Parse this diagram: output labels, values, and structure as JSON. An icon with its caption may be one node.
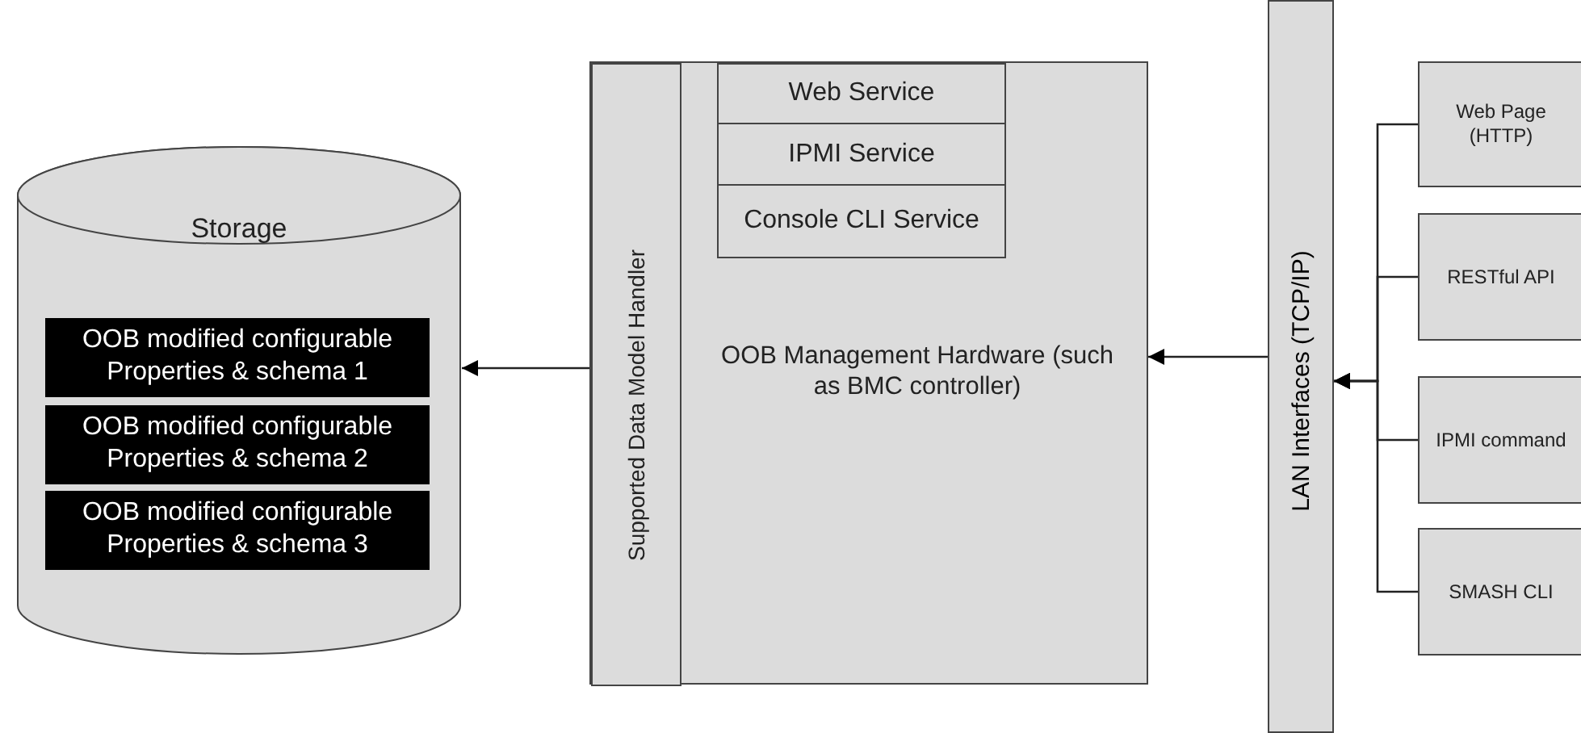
{
  "diagram": {
    "nodes": [
      {
        "text": [
          "Storage"
        ]
      },
      {
        "text": [
          "OOB modified configurable Properties & schema 1"
        ],
        "in": 0
      },
      {
        "text": [
          "OOB modified configurable Properties & schema 2"
        ],
        "in": 0
      },
      {
        "text": [
          "OOB modified configurable Properties & schema 3"
        ],
        "in": 0
      },
      {
        "text": [
          "OOB Management Hardware (such as BMC controller)"
        ]
      },
      {
        "text": [
          "Supported Data Model Handler"
        ],
        "in": 4
      },
      {
        "text": [
          "Web Service"
        ],
        "in": 4
      },
      {
        "text": [
          "IPMI Service"
        ],
        "in": 4
      },
      {
        "text": [
          "Console CLI Service"
        ],
        "in": 4
      },
      {
        "text": [
          "LAN Interfaces (TCP/IP)"
        ]
      },
      {
        "text": [
          "Web Page (HTTP)"
        ]
      },
      {
        "text": [
          "RESTful API"
        ]
      },
      {
        "text": [
          "IPMI command"
        ]
      },
      {
        "text": [
          "SMASH CLI"
        ]
      }
    ],
    "edges": [
      {
        "from": 5,
        "to": 0,
        "arrow": "to"
      },
      {
        "from": 9,
        "to": 4,
        "arrow": "to"
      },
      {
        "from": 10,
        "to": 9,
        "arrow": "to"
      },
      {
        "from": 11,
        "to": 9,
        "arrow": "to"
      },
      {
        "from": 12,
        "to": 9,
        "arrow": "to"
      },
      {
        "from": 13,
        "to": 9,
        "arrow": "to"
      }
    ]
  }
}
